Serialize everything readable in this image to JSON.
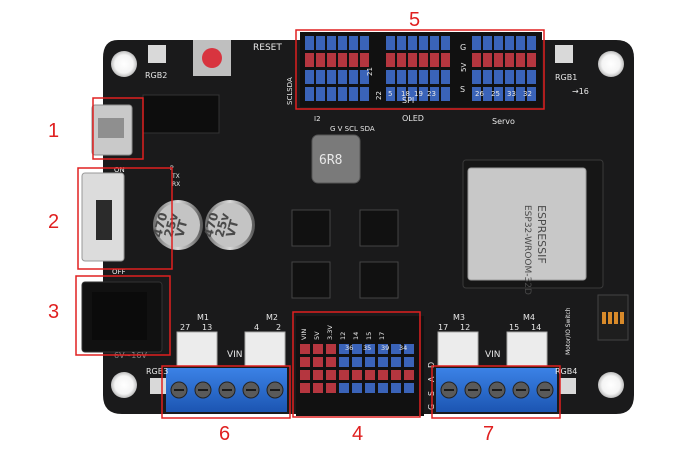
{
  "callouts": [
    {
      "id": "1",
      "label": "1"
    },
    {
      "id": "2",
      "label": "2"
    },
    {
      "id": "3",
      "label": "3"
    },
    {
      "id": "4",
      "label": "4"
    },
    {
      "id": "5",
      "label": "5"
    },
    {
      "id": "6",
      "label": "6"
    },
    {
      "id": "7",
      "label": "7"
    }
  ],
  "silkscreen": {
    "reset": "RESET",
    "rgb1": "RGB1",
    "rgb2": "RGB2",
    "rgb3": "RGB3",
    "rgb4": "RGB4",
    "arrow16": "→16",
    "oled": "OLED",
    "spi": "SPI",
    "servo": "Servo",
    "i2c": "I2",
    "gvscl": "G V SCL SDA",
    "sclsda": "SCLSDA",
    "pin21": "21",
    "pin22": "22",
    "top_pins": [
      "5",
      "18",
      "19",
      "23"
    ],
    "servo_pins": [
      "26",
      "25",
      "33",
      "32"
    ],
    "g": "G",
    "v5": "5V",
    "s": "S",
    "on": "ON",
    "off": "OFF",
    "power": "6V~16V",
    "inductor": "6R8",
    "cap1": [
      "470",
      "25v",
      "VT"
    ],
    "cap2": [
      "470",
      "25v",
      "VT"
    ],
    "esp_brand": "ESPRESSIF",
    "esp_model": "ESP32-WROOM-32D",
    "m1": "M1",
    "m2": "M2",
    "m3": "M3",
    "m4": "M4",
    "m1_pins": [
      "27",
      "13"
    ],
    "m2_pins": [
      "4",
      "2"
    ],
    "m3_pins": [
      "17",
      "12"
    ],
    "m4_pins": [
      "15",
      "14"
    ],
    "vin_left": "VIN",
    "vin_right": "VIN",
    "header_row1": [
      "VIN",
      "5V",
      "3.3V",
      "12",
      "14",
      "15",
      "17"
    ],
    "header_row2": [
      "36",
      "35",
      "39",
      "34"
    ],
    "header_gsa": [
      "G",
      "S",
      "A",
      "D"
    ],
    "motor_switch": "Motor/IO Switch",
    "tx": "TX",
    "rx": "RX",
    "p": "P"
  },
  "colors": {
    "pcb": "#1a1a1b",
    "silk": "#e8e8e8",
    "callout": "#e02020",
    "pin_red": "#b5363f",
    "pin_blue": "#3a63b8",
    "terminal_blue": "#2c6fd6"
  }
}
